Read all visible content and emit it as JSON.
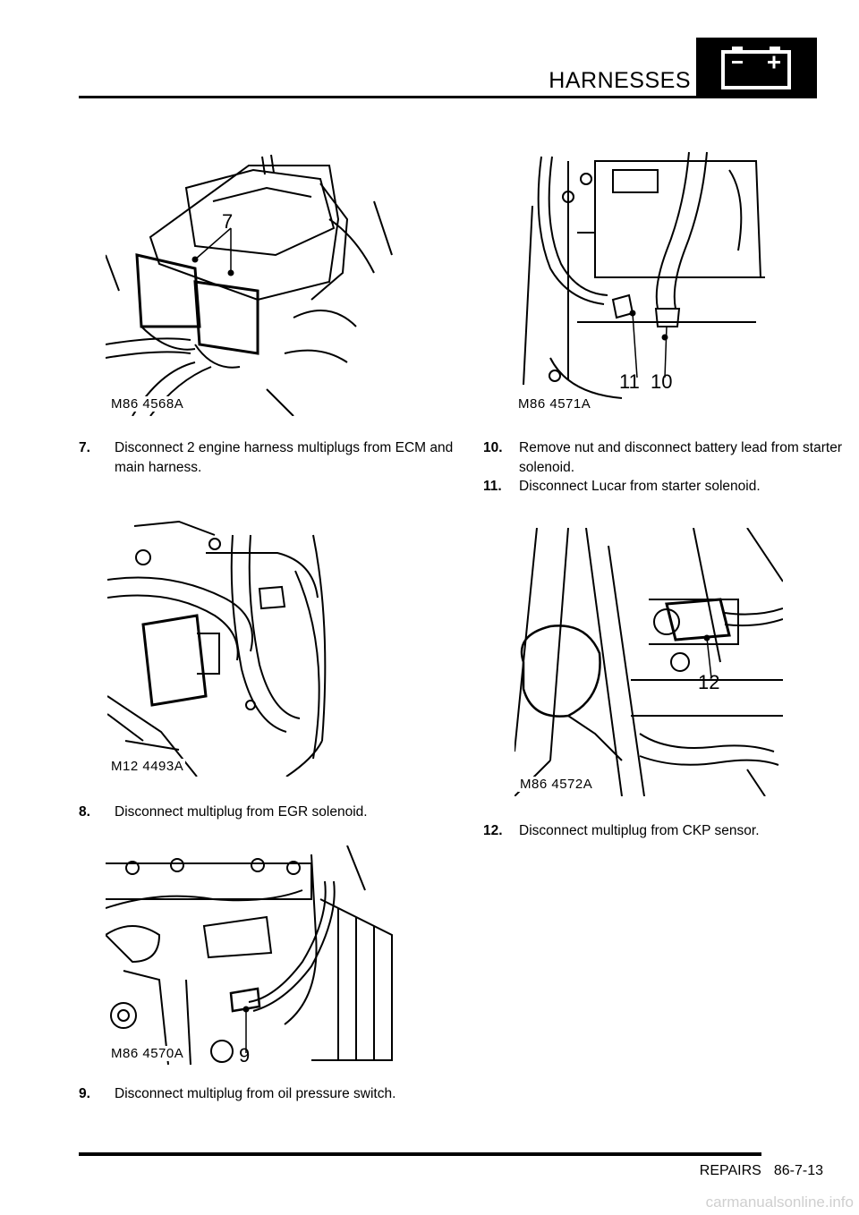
{
  "header": {
    "title": "HARNESSES",
    "badge_icon": "battery-icon"
  },
  "figures": [
    {
      "label": "M86 4568A",
      "callouts": [
        "7"
      ]
    },
    {
      "label": "M86 4571A",
      "callouts": [
        "11",
        "10"
      ]
    },
    {
      "label": "M12 4493A",
      "callouts": []
    },
    {
      "label": "M86 4572A",
      "callouts": [
        "12"
      ]
    },
    {
      "label": "M86 4570A",
      "callouts": [
        "9"
      ]
    }
  ],
  "steps": [
    {
      "num": "7.",
      "text": "Disconnect 2 engine harness multiplugs from ECM and main harness."
    },
    {
      "num": "10.",
      "text": "Remove nut and disconnect battery lead  from starter solenoid."
    },
    {
      "num": "11.",
      "text": "Disconnect Lucar from starter solenoid."
    },
    {
      "num": "8.",
      "text": "Disconnect multiplug from EGR  solenoid."
    },
    {
      "num": "12.",
      "text": "Disconnect multiplug from CKP sensor."
    },
    {
      "num": "9.",
      "text": "Disconnect multiplug from oil pressure switch."
    }
  ],
  "footer": {
    "section": "REPAIRS",
    "page": "86-7-13"
  },
  "watermark": "carmanualsonline.info"
}
